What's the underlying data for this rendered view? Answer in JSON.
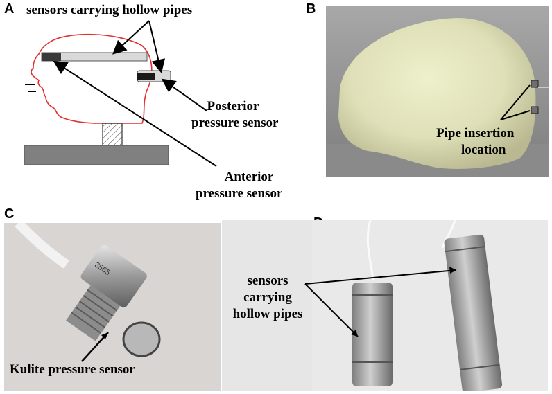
{
  "panels": {
    "a": {
      "letter": "A",
      "title": "sensors carrying hollow pipes",
      "posterior_line1": "Posterior",
      "posterior_line2": "pressure sensor",
      "anterior_line1": "Anterior",
      "anterior_line2": "pressure sensor"
    },
    "b": {
      "letter": "B",
      "label_line1": "Pipe insertion",
      "label_line2": "location"
    },
    "c": {
      "letter": "C",
      "label": "Kulite pressure sensor",
      "engraving": "3565"
    },
    "d": {
      "letter": "D",
      "label_line1": "sensors",
      "label_line2": "carrying",
      "label_line3": "hollow pipes"
    }
  },
  "colors": {
    "head_outline": "#e03030",
    "base": "#808080",
    "pipe": "#d9d9d9",
    "sensor": "#1a1a1a",
    "phantom": "#dfe0b8",
    "metal": "#b5b5b5"
  }
}
